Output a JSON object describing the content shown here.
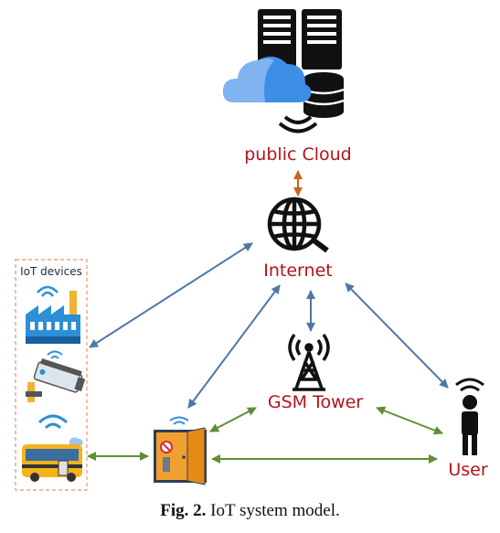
{
  "nodes": {
    "cloud_label": "public Cloud",
    "internet_label": "Internet",
    "gsm_label": "GSM Tower",
    "user_label": "User",
    "iot_group_label": "IoT devices"
  },
  "caption": {
    "prefix": "Fig. 2.",
    "text": "IoT system model."
  },
  "icons": [
    "server-rack-icon",
    "cloud-icon",
    "database-icon",
    "globe-icon",
    "cell-tower-icon",
    "person-icon",
    "factory-icon",
    "security-camera-icon",
    "bus-icon",
    "smart-door-icon"
  ],
  "colors": {
    "label_red": "#b5121b",
    "arrow_blue": "#4f77a8",
    "arrow_green": "#5f8f35",
    "arrow_orange": "#c8651b",
    "iot_box_border": "#e8946a",
    "cloud_blue": "#3f8ee6",
    "door_orange": "#f0a030",
    "bus_yellow": "#f5b21c"
  }
}
